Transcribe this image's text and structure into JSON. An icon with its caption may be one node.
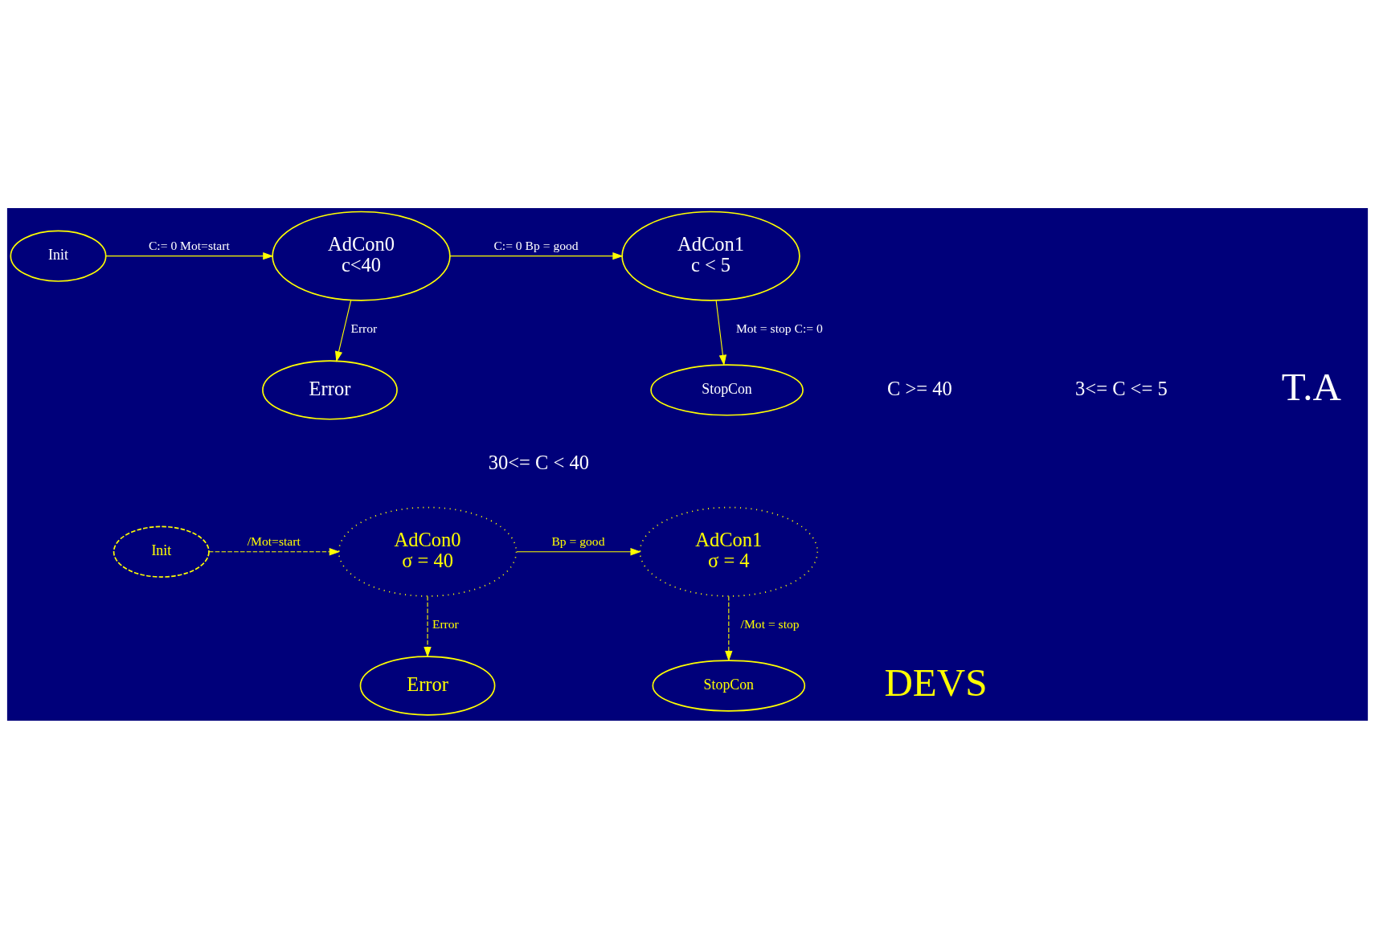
{
  "diagram": {
    "nodes": [
      {
        "text": [
          "Init"
        ]
      },
      {
        "text": [
          "AdCon0",
          "c<40"
        ]
      },
      {
        "text": [
          "AdCon1",
          "c < 5"
        ]
      },
      {
        "text": [
          "Error"
        ]
      },
      {
        "text": [
          "StopCon"
        ]
      },
      {
        "text": [
          "Init"
        ]
      },
      {
        "text": [
          "AdCon0",
          "σ = 40"
        ]
      },
      {
        "text": [
          "AdCon1",
          "σ = 4"
        ]
      },
      {
        "text": [
          "Error"
        ]
      },
      {
        "text": [
          "StopCon"
        ]
      }
    ],
    "edges": [
      {
        "from": 0,
        "to": 1,
        "arrow": "to",
        "label": "C:= 0 Mot=start"
      },
      {
        "from": 1,
        "to": 2,
        "arrow": "to",
        "label": "C:= 0 Bp = good"
      },
      {
        "from": 1,
        "to": 3,
        "arrow": "to",
        "label": "Error"
      },
      {
        "from": 2,
        "to": 4,
        "arrow": "to",
        "label": "Mot = stop C:= 0"
      },
      {
        "from": 5,
        "to": 6,
        "arrow": "to",
        "label": "/Mot=start",
        "style": "dashed"
      },
      {
        "from": 6,
        "to": 7,
        "arrow": "to",
        "label": "Bp = good"
      },
      {
        "from": 6,
        "to": 8,
        "arrow": "to",
        "label": "Error",
        "style": "dashed"
      },
      {
        "from": 7,
        "to": 9,
        "arrow": "to",
        "label": "/Mot = stop",
        "style": "dashed"
      }
    ],
    "labels": [
      "30<= C < 40",
      "C >= 40",
      "3<= C <= 5",
      "T.A",
      "DEVS"
    ]
  }
}
